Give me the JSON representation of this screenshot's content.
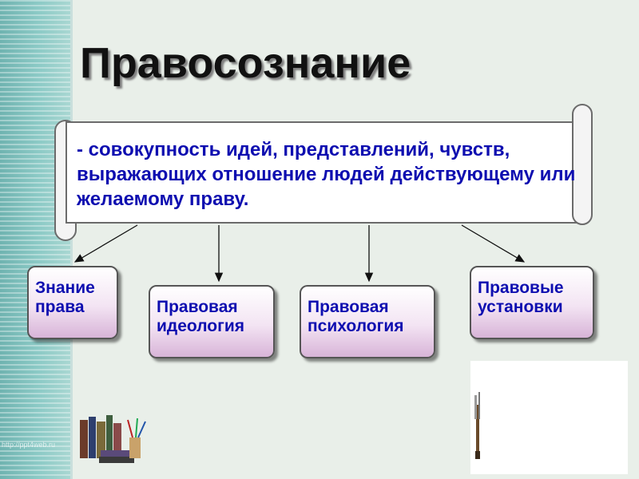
{
  "title": "Правосознание",
  "definition": "- совокупность идей, представлений, чувств, выражающих отношение людей действующему или желаемому праву.",
  "boxes": [
    {
      "label": "Знание\nправа"
    },
    {
      "label": "Правовая\nидеология"
    },
    {
      "label": "Правовая\nпсихология"
    },
    {
      "label": "Правовые\nустановки"
    }
  ],
  "watermark": "http://ppt4web.ru",
  "colors": {
    "text_blue": "#0e0eb0",
    "box_fill": "#d8b4d8",
    "band": "#8ccac6"
  },
  "icons": [
    "books-illustration",
    "pencils-illustration"
  ]
}
